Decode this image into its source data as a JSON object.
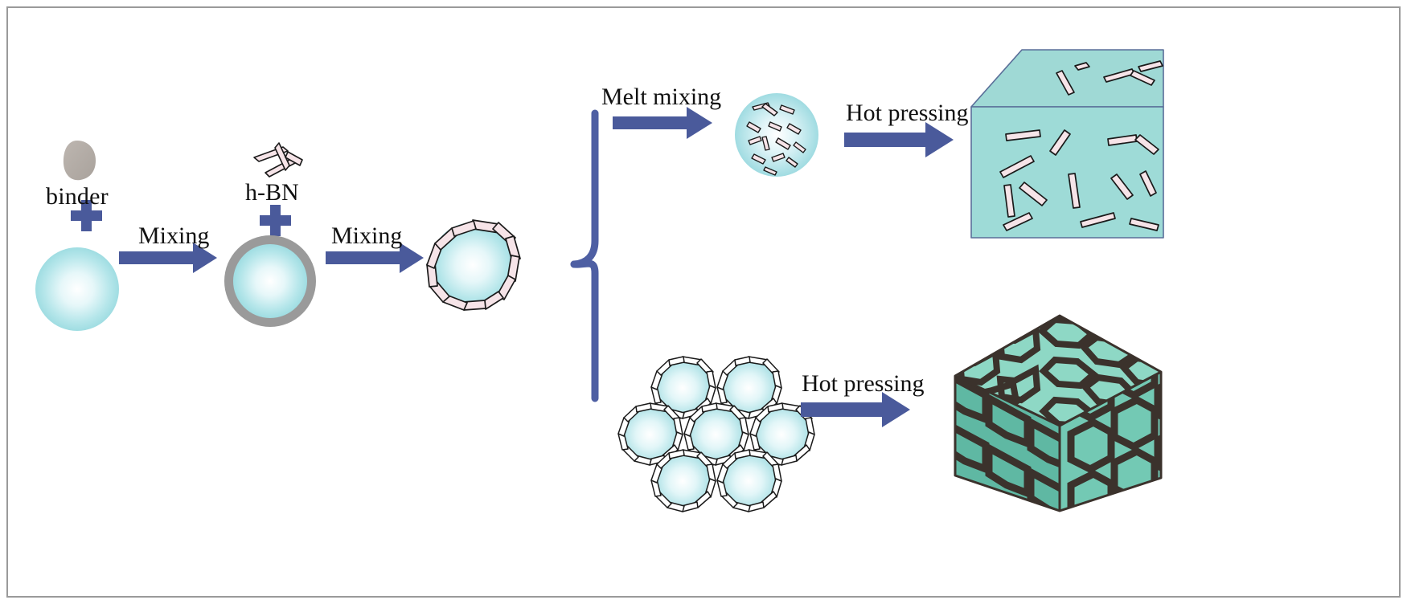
{
  "figure": {
    "title": "Fabrication route of h-BN filled composites",
    "background": "#ffffff",
    "border_color": "#9a9a9a"
  },
  "palette": {
    "arrow_blue": "#4a5a9b",
    "plus_blue": "#4a5a9b",
    "brace_blue": "#4e5fa3",
    "sphere_edge": "#8ed6dc",
    "sphere_core": "#ffffff",
    "binder_gray": "#b3aca6",
    "shell_gray": "#9a9a9a",
    "platelet_fill": "#f6e4e8",
    "platelet_stroke": "#1a1a1a",
    "cube_front": "#9fdcd8",
    "cube_top": "#8ed2ce",
    "cube_side": "#8bd0cc",
    "cube_edge": "#5a6f99",
    "honey_front": "#73c9b4",
    "honey_top": "#8ed8c5",
    "honey_side": "#5fb8a3",
    "honey_wall": "#3b322c",
    "text": "#111111"
  },
  "labels": {
    "binder": "binder",
    "hbn": "h-BN",
    "mixing_1": "Mixing",
    "mixing_2": "Mixing",
    "melt_mixing": "Melt  mixing",
    "hot_pressing_top": "Hot pressing",
    "hot_pressing_bottom": "Hot pressing",
    "plus_1": "+",
    "plus_2": "+"
  },
  "flow": {
    "steps": [
      {
        "id": "binder-blob",
        "name": "binder",
        "kind": "blob"
      },
      {
        "id": "plus-1",
        "name": "+",
        "kind": "operator"
      },
      {
        "id": "polymer-sphere",
        "name": "polymer particle",
        "kind": "sphere"
      },
      {
        "id": "arrow-mixing-1",
        "name": "Mixing",
        "kind": "arrow"
      },
      {
        "id": "coated-sphere",
        "name": "binder coated particle",
        "kind": "sphere-with-shell"
      },
      {
        "id": "hbn-platelets",
        "name": "h-BN",
        "kind": "platelets"
      },
      {
        "id": "plus-2",
        "name": "+",
        "kind": "operator"
      },
      {
        "id": "arrow-mixing-2",
        "name": "Mixing",
        "kind": "arrow"
      },
      {
        "id": "hbn-coated-sphere",
        "name": "h-BN coated particle",
        "kind": "sphere-with-platelet-ring"
      },
      {
        "id": "brace",
        "name": "branch",
        "kind": "brace"
      }
    ],
    "branch_top": [
      {
        "id": "arrow-melt-mixing",
        "name": "Melt  mixing",
        "kind": "arrow"
      },
      {
        "id": "dispersed-sphere",
        "name": "melt mixed particle",
        "kind": "sphere-with-dispersed-platelets"
      },
      {
        "id": "arrow-hot-pressing-top",
        "name": "Hot pressing",
        "kind": "arrow"
      },
      {
        "id": "random-cube",
        "name": "randomly dispersed composite",
        "kind": "cube"
      }
    ],
    "branch_bottom": [
      {
        "id": "sphere-cluster",
        "name": "packed coated particles",
        "kind": "cluster",
        "count": 7
      },
      {
        "id": "arrow-hot-pressing-bottom",
        "name": "Hot pressing",
        "kind": "arrow"
      },
      {
        "id": "honeycomb-cube",
        "name": "segregated network composite",
        "kind": "honeycomb-cube"
      }
    ]
  },
  "chart_data": {
    "type": "diagram",
    "title": "Schematic of h-BN / polymer composite fabrication",
    "nodes": [
      "binder",
      "polymer sphere",
      "binder-coated sphere",
      "h-BN",
      "h-BN coated sphere",
      "melt-mixed sphere",
      "random composite cube",
      "packed sphere cluster",
      "segregated honeycomb cube"
    ],
    "edges": [
      {
        "from": "polymer sphere",
        "to": "binder-coated sphere",
        "label": "Mixing"
      },
      {
        "from": "binder-coated sphere",
        "to": "h-BN coated sphere",
        "label": "Mixing"
      },
      {
        "from": "h-BN coated sphere",
        "to": "melt-mixed sphere",
        "label": "Melt  mixing"
      },
      {
        "from": "melt-mixed sphere",
        "to": "random composite cube",
        "label": "Hot pressing"
      },
      {
        "from": "h-BN coated sphere",
        "to": "packed sphere cluster",
        "label": ""
      },
      {
        "from": "packed sphere cluster",
        "to": "segregated honeycomb cube",
        "label": "Hot pressing"
      }
    ]
  }
}
